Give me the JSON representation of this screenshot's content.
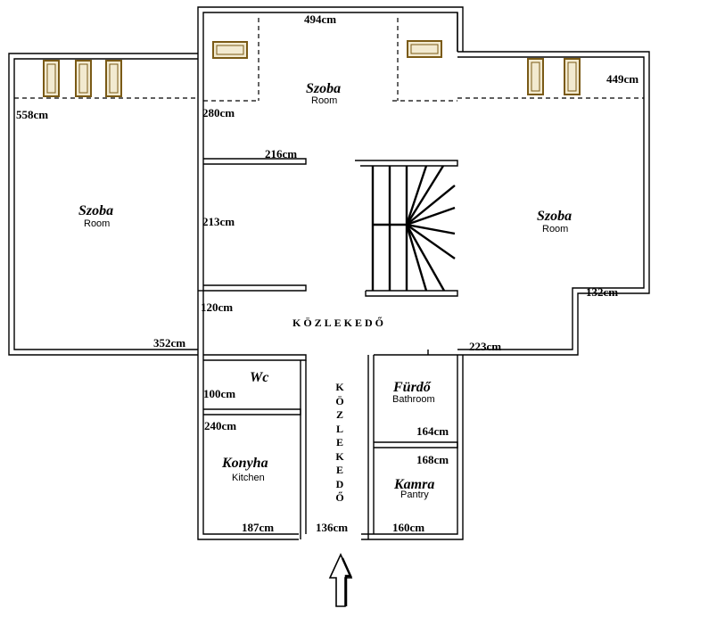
{
  "floorplan": {
    "rooms": {
      "top_center": {
        "name": "Szoba",
        "subtitle": "Room"
      },
      "left": {
        "name": "Szoba",
        "subtitle": "Room"
      },
      "right": {
        "name": "Szoba",
        "subtitle": "Room"
      },
      "wc": {
        "name": "Wc"
      },
      "bath": {
        "name": "Fürdő",
        "subtitle": "Bathroom"
      },
      "kitchen": {
        "name": "Konyha",
        "subtitle": "Kitchen"
      },
      "pantry": {
        "name": "Kamra",
        "subtitle": "Pantry"
      }
    },
    "corridor_h": "KÖZLEKEDŐ",
    "corridor_v": [
      "K",
      "Ö",
      "Z",
      "L",
      "E",
      "K",
      "E",
      "D",
      "Ő"
    ],
    "dimensions": {
      "top_width": "494cm",
      "left_depth": "558cm",
      "right_depth": "449cm",
      "top_room_left": "280cm",
      "top_room_wall": "216cm",
      "closet_height": "213cm",
      "passage_120": "120cm",
      "left_width": "352cm",
      "right_notch": "132cm",
      "right_width": "223cm",
      "wc_height": "100cm",
      "kitchen_depth": "240cm",
      "bath_width": "164cm",
      "pantry_depth": "168cm",
      "kitchen_width": "187cm",
      "entrance_width": "136cm",
      "pantry_width": "160cm"
    },
    "colors": {
      "wall": "#000000",
      "window_fill": "#f2ead0",
      "window_frame": "#7a5a16",
      "background": "#ffffff"
    },
    "icons": {
      "entrance": "up-arrow-icon",
      "stairs": "spiral-stair-icon"
    }
  }
}
